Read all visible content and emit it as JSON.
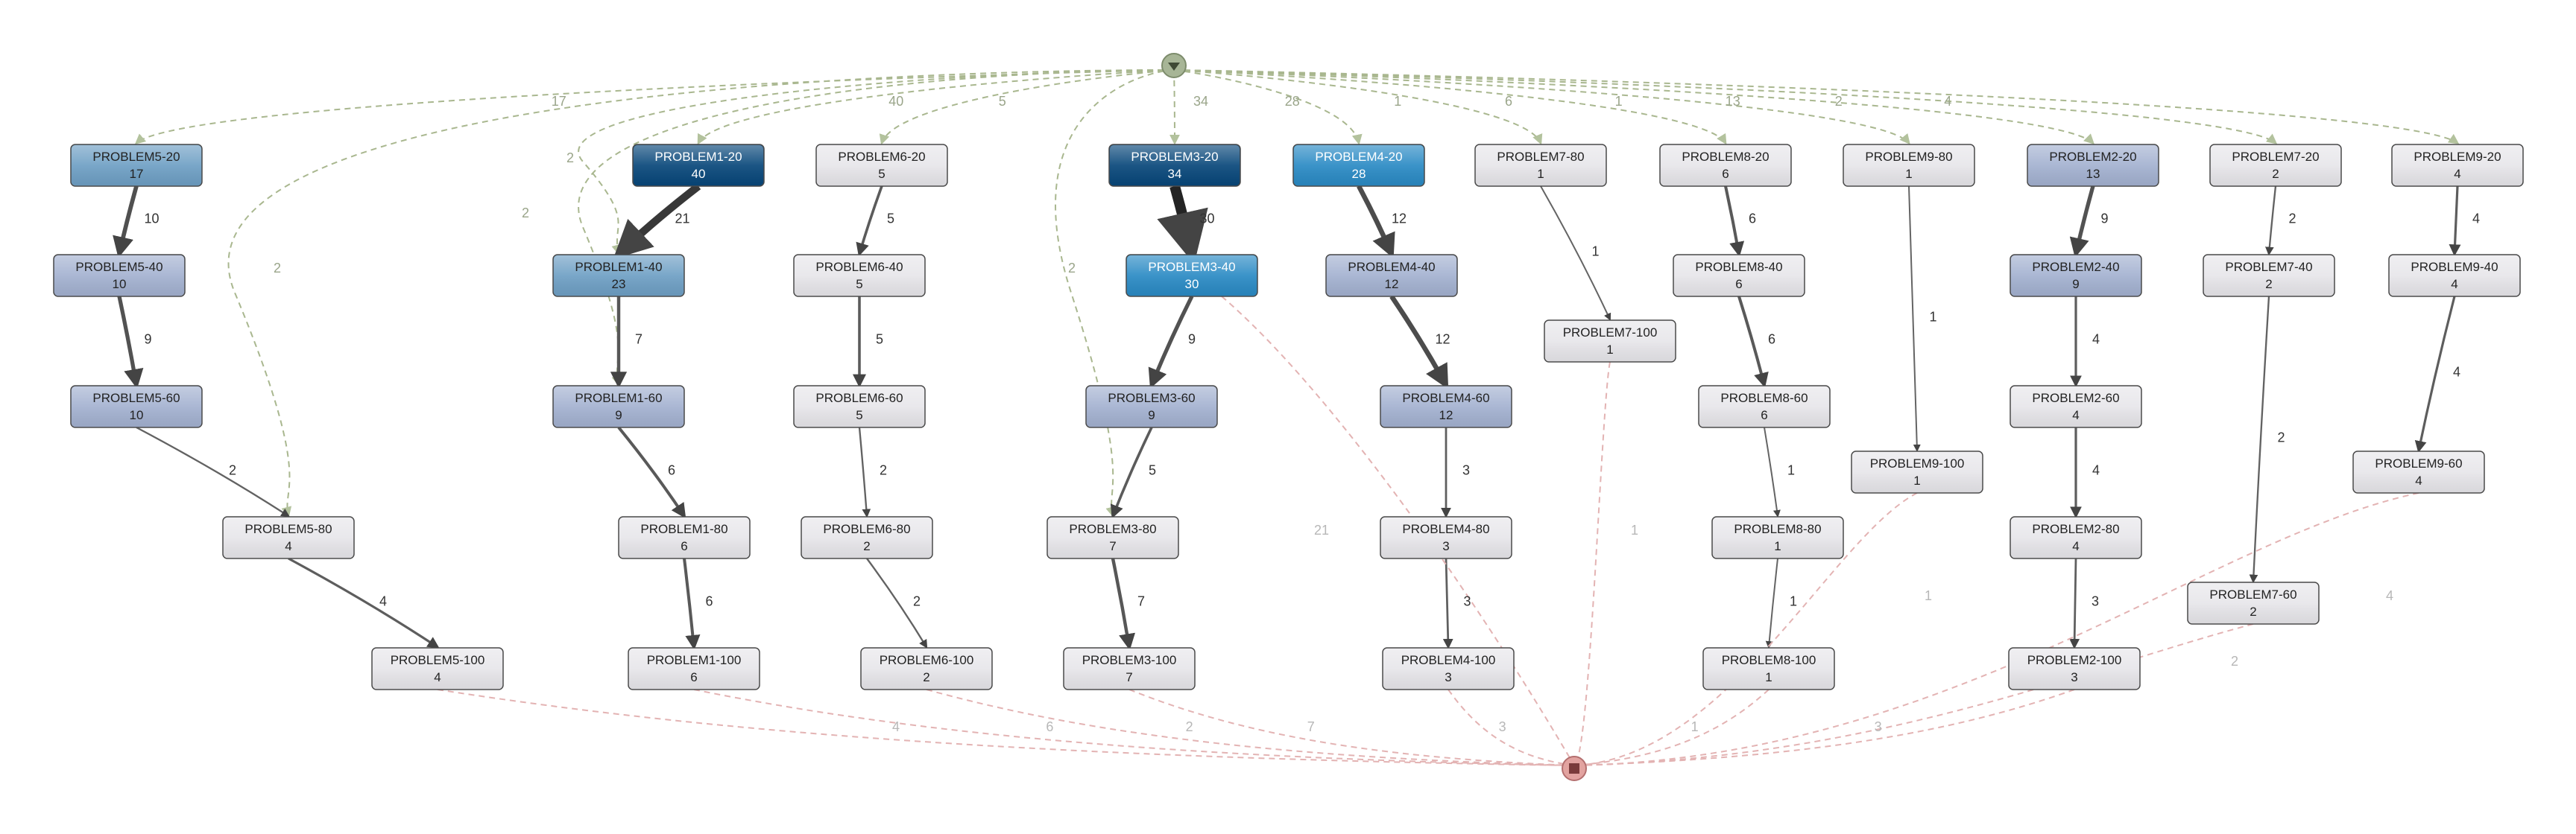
{
  "colors": {
    "background": "#ffffff",
    "start_fill": "#a7b596",
    "end_fill": "#e2a3a0",
    "dashed_start_edge": "#a9b78f",
    "dashed_end_edge": "#e3b3b3",
    "solid_edge": "#444444",
    "node_border": "#4a4a4a",
    "heat_1": "#e7e6ea",
    "heat_2": "#a3b1d0",
    "heat_3": "#6e9fc4",
    "heat_4": "#2a8ac4",
    "heat_5": "#08477a"
  },
  "graph": {
    "start_label": "start-icon",
    "end_label": "end-icon",
    "nodes": [
      {
        "id": "P5-20",
        "label": "PROBLEM5-20",
        "count": "17",
        "heat": 3
      },
      {
        "id": "P5-40",
        "label": "PROBLEM5-40",
        "count": "10",
        "heat": 2
      },
      {
        "id": "P5-60",
        "label": "PROBLEM5-60",
        "count": "10",
        "heat": 2
      },
      {
        "id": "P5-80",
        "label": "PROBLEM5-80",
        "count": "4",
        "heat": 1
      },
      {
        "id": "P5-100",
        "label": "PROBLEM5-100",
        "count": "4",
        "heat": 1
      },
      {
        "id": "P1-20",
        "label": "PROBLEM1-20",
        "count": "40",
        "heat": 5
      },
      {
        "id": "P1-40",
        "label": "PROBLEM1-40",
        "count": "23",
        "heat": 3
      },
      {
        "id": "P1-60",
        "label": "PROBLEM1-60",
        "count": "9",
        "heat": 2
      },
      {
        "id": "P1-80",
        "label": "PROBLEM1-80",
        "count": "6",
        "heat": 1
      },
      {
        "id": "P1-100",
        "label": "PROBLEM1-100",
        "count": "6",
        "heat": 1
      },
      {
        "id": "P6-20",
        "label": "PROBLEM6-20",
        "count": "5",
        "heat": 1
      },
      {
        "id": "P6-40",
        "label": "PROBLEM6-40",
        "count": "5",
        "heat": 1
      },
      {
        "id": "P6-60",
        "label": "PROBLEM6-60",
        "count": "5",
        "heat": 1
      },
      {
        "id": "P6-80",
        "label": "PROBLEM6-80",
        "count": "2",
        "heat": 1
      },
      {
        "id": "P6-100",
        "label": "PROBLEM6-100",
        "count": "2",
        "heat": 1
      },
      {
        "id": "P3-20",
        "label": "PROBLEM3-20",
        "count": "34",
        "heat": 5
      },
      {
        "id": "P3-40",
        "label": "PROBLEM3-40",
        "count": "30",
        "heat": 4
      },
      {
        "id": "P3-60",
        "label": "PROBLEM3-60",
        "count": "9",
        "heat": 2
      },
      {
        "id": "P3-80",
        "label": "PROBLEM3-80",
        "count": "7",
        "heat": 1
      },
      {
        "id": "P3-100",
        "label": "PROBLEM3-100",
        "count": "7",
        "heat": 1
      },
      {
        "id": "P4-20",
        "label": "PROBLEM4-20",
        "count": "28",
        "heat": 4
      },
      {
        "id": "P4-40",
        "label": "PROBLEM4-40",
        "count": "12",
        "heat": 2
      },
      {
        "id": "P4-60",
        "label": "PROBLEM4-60",
        "count": "12",
        "heat": 2
      },
      {
        "id": "P4-80",
        "label": "PROBLEM4-80",
        "count": "3",
        "heat": 1
      },
      {
        "id": "P4-100",
        "label": "PROBLEM4-100",
        "count": "3",
        "heat": 1
      },
      {
        "id": "P7-80",
        "label": "PROBLEM7-80",
        "count": "1",
        "heat": 1
      },
      {
        "id": "P7-100",
        "label": "PROBLEM7-100",
        "count": "1",
        "heat": 1
      },
      {
        "id": "P8-20",
        "label": "PROBLEM8-20",
        "count": "6",
        "heat": 1
      },
      {
        "id": "P8-40",
        "label": "PROBLEM8-40",
        "count": "6",
        "heat": 1
      },
      {
        "id": "P8-60",
        "label": "PROBLEM8-60",
        "count": "6",
        "heat": 1
      },
      {
        "id": "P8-80",
        "label": "PROBLEM8-80",
        "count": "1",
        "heat": 1
      },
      {
        "id": "P8-100",
        "label": "PROBLEM8-100",
        "count": "1",
        "heat": 1
      },
      {
        "id": "P9-80",
        "label": "PROBLEM9-80",
        "count": "1",
        "heat": 1
      },
      {
        "id": "P9-100",
        "label": "PROBLEM9-100",
        "count": "1",
        "heat": 1
      },
      {
        "id": "P2-20",
        "label": "PROBLEM2-20",
        "count": "13",
        "heat": 2
      },
      {
        "id": "P2-40",
        "label": "PROBLEM2-40",
        "count": "9",
        "heat": 2
      },
      {
        "id": "P2-60",
        "label": "PROBLEM2-60",
        "count": "4",
        "heat": 1
      },
      {
        "id": "P2-80",
        "label": "PROBLEM2-80",
        "count": "4",
        "heat": 1
      },
      {
        "id": "P2-100",
        "label": "PROBLEM2-100",
        "count": "3",
        "heat": 1
      },
      {
        "id": "P7-20",
        "label": "PROBLEM7-20",
        "count": "2",
        "heat": 1
      },
      {
        "id": "P7-40",
        "label": "PROBLEM7-40",
        "count": "2",
        "heat": 1
      },
      {
        "id": "P7-60",
        "label": "PROBLEM7-60",
        "count": "2",
        "heat": 1
      },
      {
        "id": "P9-20",
        "label": "PROBLEM9-20",
        "count": "4",
        "heat": 1
      },
      {
        "id": "P9-40",
        "label": "PROBLEM9-40",
        "count": "4",
        "heat": 1
      },
      {
        "id": "P9-60",
        "label": "PROBLEM9-60",
        "count": "4",
        "heat": 1
      }
    ],
    "edges": [
      {
        "from": "start",
        "to": "P5-20",
        "label": "17",
        "kind": "start"
      },
      {
        "from": "start",
        "to": "P5-80",
        "label": "2",
        "kind": "start"
      },
      {
        "from": "start",
        "to": "P1-40",
        "label": "2",
        "kind": "start"
      },
      {
        "from": "start",
        "to": "P1-60",
        "label": "2",
        "kind": "start"
      },
      {
        "from": "start",
        "to": "P1-20",
        "label": "40",
        "kind": "start"
      },
      {
        "from": "start",
        "to": "P6-20",
        "label": "5",
        "kind": "start"
      },
      {
        "from": "start",
        "to": "P3-80",
        "label": "2",
        "kind": "start"
      },
      {
        "from": "start",
        "to": "P3-20",
        "label": "34",
        "kind": "start"
      },
      {
        "from": "start",
        "to": "P4-20",
        "label": "28",
        "kind": "start"
      },
      {
        "from": "start",
        "to": "P7-80",
        "label": "1",
        "kind": "start"
      },
      {
        "from": "start",
        "to": "P8-20",
        "label": "6",
        "kind": "start"
      },
      {
        "from": "start",
        "to": "P9-80",
        "label": "1",
        "kind": "start"
      },
      {
        "from": "start",
        "to": "P2-20",
        "label": "13",
        "kind": "start"
      },
      {
        "from": "start",
        "to": "P7-20",
        "label": "2",
        "kind": "start"
      },
      {
        "from": "start",
        "to": "P9-20",
        "label": "4",
        "kind": "start"
      },
      {
        "from": "P5-20",
        "to": "P5-40",
        "label": "10",
        "kind": "flow"
      },
      {
        "from": "P5-40",
        "to": "P5-60",
        "label": "9",
        "kind": "flow"
      },
      {
        "from": "P5-60",
        "to": "P5-80",
        "label": "2",
        "kind": "flow"
      },
      {
        "from": "P5-80",
        "to": "P5-100",
        "label": "4",
        "kind": "flow"
      },
      {
        "from": "P1-20",
        "to": "P1-40",
        "label": "21",
        "kind": "flow"
      },
      {
        "from": "P1-40",
        "to": "P1-60",
        "label": "7",
        "kind": "flow"
      },
      {
        "from": "P1-60",
        "to": "P1-80",
        "label": "6",
        "kind": "flow"
      },
      {
        "from": "P1-80",
        "to": "P1-100",
        "label": "6",
        "kind": "flow"
      },
      {
        "from": "P6-20",
        "to": "P6-40",
        "label": "5",
        "kind": "flow"
      },
      {
        "from": "P6-40",
        "to": "P6-60",
        "label": "5",
        "kind": "flow"
      },
      {
        "from": "P6-60",
        "to": "P6-80",
        "label": "2",
        "kind": "flow"
      },
      {
        "from": "P6-80",
        "to": "P6-100",
        "label": "2",
        "kind": "flow"
      },
      {
        "from": "P3-20",
        "to": "P3-40",
        "label": "30",
        "kind": "flow"
      },
      {
        "from": "P3-40",
        "to": "P3-60",
        "label": "9",
        "kind": "flow"
      },
      {
        "from": "P3-60",
        "to": "P3-80",
        "label": "5",
        "kind": "flow"
      },
      {
        "from": "P3-80",
        "to": "P3-100",
        "label": "7",
        "kind": "flow"
      },
      {
        "from": "P4-20",
        "to": "P4-40",
        "label": "12",
        "kind": "flow"
      },
      {
        "from": "P4-40",
        "to": "P4-60",
        "label": "12",
        "kind": "flow"
      },
      {
        "from": "P4-60",
        "to": "P4-80",
        "label": "3",
        "kind": "flow"
      },
      {
        "from": "P4-80",
        "to": "P4-100",
        "label": "3",
        "kind": "flow"
      },
      {
        "from": "P7-80",
        "to": "P7-100",
        "label": "1",
        "kind": "flow"
      },
      {
        "from": "P8-20",
        "to": "P8-40",
        "label": "6",
        "kind": "flow"
      },
      {
        "from": "P8-40",
        "to": "P8-60",
        "label": "6",
        "kind": "flow"
      },
      {
        "from": "P8-60",
        "to": "P8-80",
        "label": "1",
        "kind": "flow"
      },
      {
        "from": "P8-80",
        "to": "P8-100",
        "label": "1",
        "kind": "flow"
      },
      {
        "from": "P9-80",
        "to": "P9-100",
        "label": "1",
        "kind": "flow"
      },
      {
        "from": "P2-20",
        "to": "P2-40",
        "label": "9",
        "kind": "flow"
      },
      {
        "from": "P2-40",
        "to": "P2-60",
        "label": "4",
        "kind": "flow"
      },
      {
        "from": "P2-60",
        "to": "P2-80",
        "label": "4",
        "kind": "flow"
      },
      {
        "from": "P2-80",
        "to": "P2-100",
        "label": "3",
        "kind": "flow"
      },
      {
        "from": "P7-20",
        "to": "P7-40",
        "label": "2",
        "kind": "flow"
      },
      {
        "from": "P7-40",
        "to": "P7-60",
        "label": "2",
        "kind": "flow"
      },
      {
        "from": "P9-20",
        "to": "P9-40",
        "label": "4",
        "kind": "flow"
      },
      {
        "from": "P9-40",
        "to": "P9-60",
        "label": "4",
        "kind": "flow"
      },
      {
        "from": "P5-100",
        "to": "end",
        "label": "4",
        "kind": "end"
      },
      {
        "from": "P1-100",
        "to": "end",
        "label": "6",
        "kind": "end"
      },
      {
        "from": "P6-100",
        "to": "end",
        "label": "2",
        "kind": "end"
      },
      {
        "from": "P3-100",
        "to": "end",
        "label": "7",
        "kind": "end"
      },
      {
        "from": "P3-40",
        "to": "end",
        "label": "21",
        "kind": "end"
      },
      {
        "from": "P4-100",
        "to": "end",
        "label": "3",
        "kind": "end"
      },
      {
        "from": "P7-100",
        "to": "end",
        "label": "1",
        "kind": "end"
      },
      {
        "from": "P8-100",
        "to": "end",
        "label": "1",
        "kind": "end"
      },
      {
        "from": "P9-100",
        "to": "end",
        "label": "1",
        "kind": "end"
      },
      {
        "from": "P2-100",
        "to": "end",
        "label": "3",
        "kind": "end"
      },
      {
        "from": "P7-60",
        "to": "end",
        "label": "2",
        "kind": "end"
      },
      {
        "from": "P9-60",
        "to": "end",
        "label": "4",
        "kind": "end"
      }
    ]
  }
}
